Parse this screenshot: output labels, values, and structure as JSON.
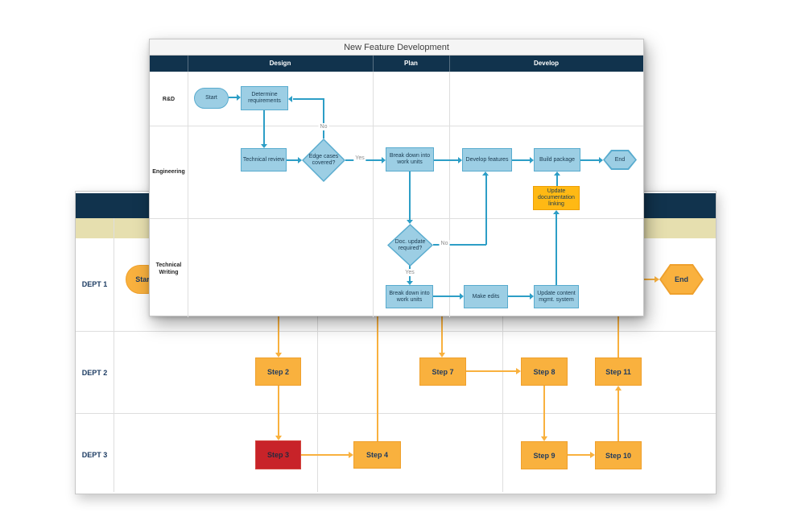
{
  "colors": {
    "navy": "#11334D",
    "tan": "#E6DFAF",
    "grid": "#DEDEDE",
    "page-border": "#C6C6C6",
    "title-bg": "#F5F5F5",
    "title-text": "#404040",
    "blue-fill": "#9CCEE4",
    "blue-border": "#58ABCE",
    "teal": "#2D9EC6",
    "node-text": "#1A3A50",
    "orange": "#F9B13E",
    "orange-border": "#EFA02C",
    "fg-orange": "#FFB914",
    "fg-orange-border": "#ED9F07",
    "red": "#C82329",
    "red-border": "#D2453E",
    "step-text": "#1E3A5F",
    "dept-text": "#1D3C63",
    "lane-text": "#262626",
    "gray-label": "#8C8C8C"
  },
  "foreground": {
    "title": "New Feature Development",
    "phases": {
      "design": "Design",
      "plan": "Plan",
      "develop": "Develop"
    },
    "lanes": {
      "rnd": "R&D",
      "engineering": "Engineering",
      "technical_writing": "Technical Writing"
    },
    "nodes": {
      "start": "Start",
      "determine_requirements": "Determine requirements",
      "technical_review": "Technical review",
      "edge_cases_covered": "Edge cases covered?",
      "break_down_work_units_1": "Break down into work units",
      "develop_features": "Develop features",
      "build_package": "Build package",
      "end": "End",
      "update_documentation_linking": "Update documentation linking",
      "doc_update_required": "Doc. update required?",
      "break_down_work_units_2": "Break down into work units",
      "make_edits": "Make edits",
      "update_content_mgmt": "Update content mgmt. system"
    },
    "edge_labels": {
      "no_edge_cases": "No",
      "yes_edge_cases": "Yes",
      "no_doc_update": "No",
      "yes_doc_update": "Yes"
    }
  },
  "background": {
    "lanes": {
      "dept1": "DEPT 1",
      "dept2": "DEPT 2",
      "dept3": "DEPT 3"
    },
    "nodes": {
      "start": "Start",
      "end": "End",
      "step2": "Step 2",
      "step3": "Step 3",
      "step4": "Step 4",
      "step7": "Step 7",
      "step8": "Step 8",
      "step9": "Step 9",
      "step10": "Step 10",
      "step11": "Step 11"
    }
  }
}
